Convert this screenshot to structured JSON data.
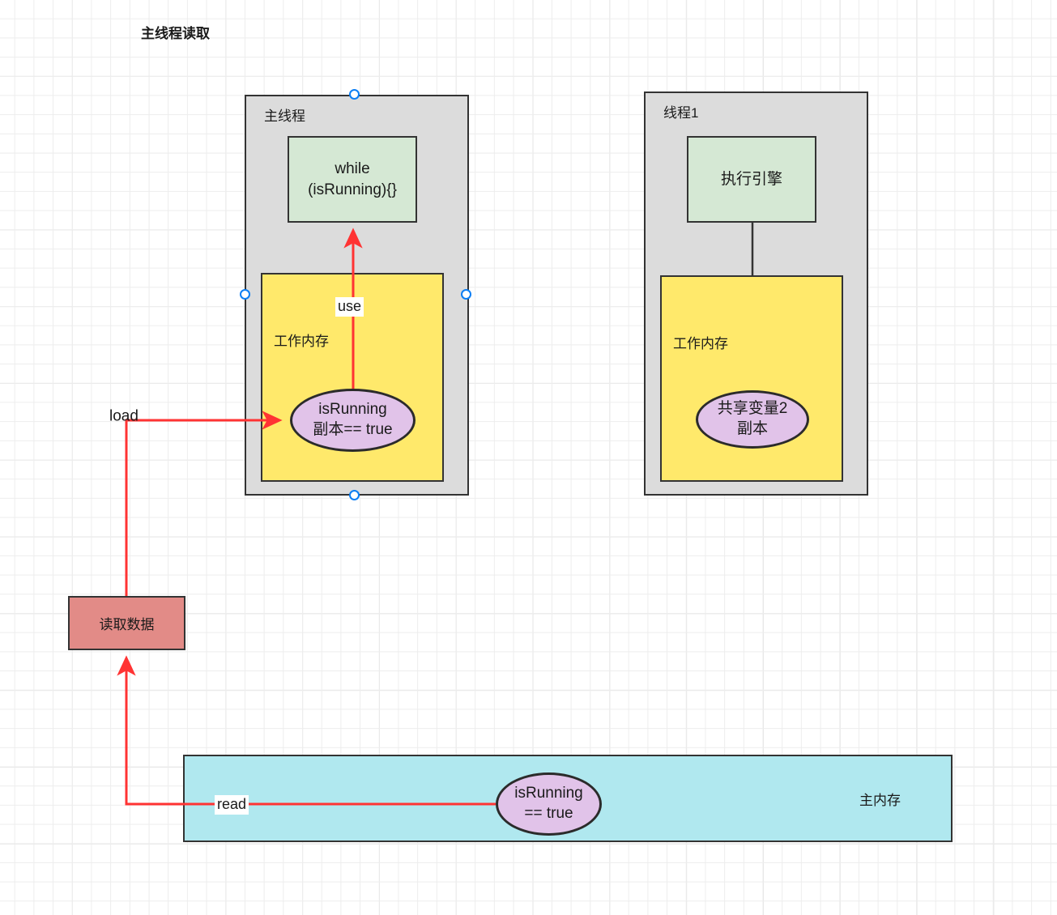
{
  "page": {
    "title": "主线程读取",
    "canvas_background": "#ffffff",
    "grid_color": "#ededed"
  },
  "colors": {
    "thread_fill": "#dcdcdc",
    "engine_fill": "#d5e8d4",
    "working_memory_fill": "#ffe96b",
    "variable_fill": "#e1c3e9",
    "main_memory_fill": "#b0e8ef",
    "action_fill": "#e28b87",
    "arrow": "#ff3333",
    "stroke": "#333333",
    "selection_handle": "#0b7ef4"
  },
  "main_thread": {
    "label": "主线程",
    "engine": {
      "label": "while\n(isRunning){}"
    },
    "working_memory": {
      "label": "工作内存",
      "variable": "isRunning\n副本== true"
    },
    "selected": true
  },
  "thread_1": {
    "label": "线程1",
    "engine": {
      "label": "执行引擎"
    },
    "working_memory": {
      "label": "工作内存",
      "variable": "共享变量2\n副本"
    },
    "selected": false
  },
  "action_node": {
    "label": "读取数据"
  },
  "main_memory": {
    "label": "主内存",
    "variable": "isRunning\n== true"
  },
  "edges": [
    {
      "name": "use",
      "label": "use"
    },
    {
      "name": "load",
      "label": "load"
    },
    {
      "name": "read",
      "label": "read"
    }
  ]
}
